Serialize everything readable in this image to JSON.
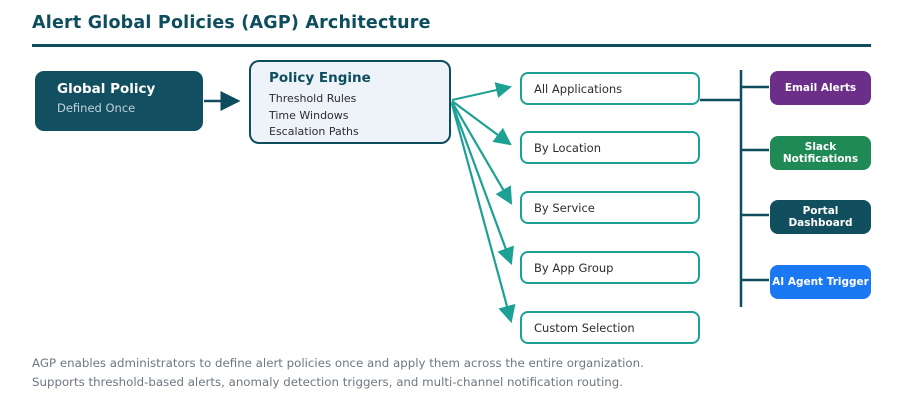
{
  "title": "Alert Global Policies (AGP) Architecture",
  "colors": {
    "dark_teal": "#0d4d5e",
    "teal_accent": "#1ca194",
    "engine_fill": "#edf3f8",
    "source_fill": "#125061",
    "purple": "#6b2f8a",
    "green": "#208a57",
    "portal_teal": "#114e5e",
    "blue": "#1b78f3"
  },
  "source_box": {
    "title": "Global Policy",
    "subtitle": "Defined Once"
  },
  "engine_box": {
    "title": "Policy Engine",
    "items": [
      "Threshold Rules",
      "Time Windows",
      "Escalation Paths"
    ]
  },
  "scope_boxes": [
    {
      "label": "All Applications"
    },
    {
      "label": "By Location"
    },
    {
      "label": "By Service"
    },
    {
      "label": "By App Group"
    },
    {
      "label": "Custom Selection"
    }
  ],
  "channel_boxes": [
    {
      "label": "Email Alerts",
      "color": "#6b2f8a"
    },
    {
      "label": "Slack Notifications",
      "color": "#208a57"
    },
    {
      "label": "Portal Dashboard",
      "color": "#114e5e"
    },
    {
      "label": "AI Agent Trigger",
      "color": "#1b78f3"
    }
  ],
  "footer": {
    "line1": "AGP enables administrators to define alert policies once and apply them across the entire organization.",
    "line2": "Supports threshold-based alerts, anomaly detection triggers, and multi-channel notification routing."
  }
}
